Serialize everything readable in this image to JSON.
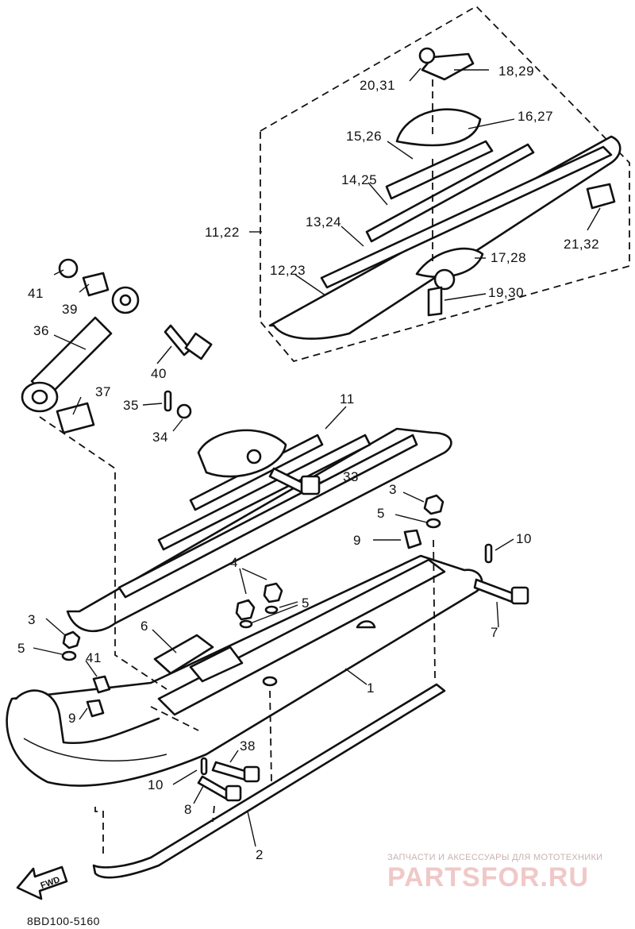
{
  "labels": {
    "p1": "1",
    "p2": "2",
    "p3a": "3",
    "p3b": "3",
    "p4": "4",
    "p5a": "5",
    "p5b": "5",
    "p5c": "5",
    "p6": "6",
    "p7": "7",
    "p8": "8",
    "p9a": "9",
    "p9b": "9",
    "p10a": "10",
    "p10b": "10",
    "p11": "11",
    "p11_22": "11,22",
    "p12_23": "12,23",
    "p13_24": "13,24",
    "p14_25": "14,25",
    "p15_26": "15,26",
    "p16_27": "16,27",
    "p17_28": "17,28",
    "p18_29": "18,29",
    "p19_30": "19,30",
    "p20_31": "20,31",
    "p21_32": "21,32",
    "p33": "33",
    "p34": "34",
    "p35": "35",
    "p36": "36",
    "p37": "37",
    "p38": "38",
    "p39": "39",
    "p40": "40",
    "p41a": "41",
    "p41b": "41"
  },
  "fwd": "FWD",
  "diagram_code": "8BD100-5160",
  "watermark": {
    "small": "ЗАПЧАСТИ И АКСЕССУАРЫ ДЛЯ МОТОТЕХНИКИ",
    "logo": "PARTSFOR.RU"
  }
}
